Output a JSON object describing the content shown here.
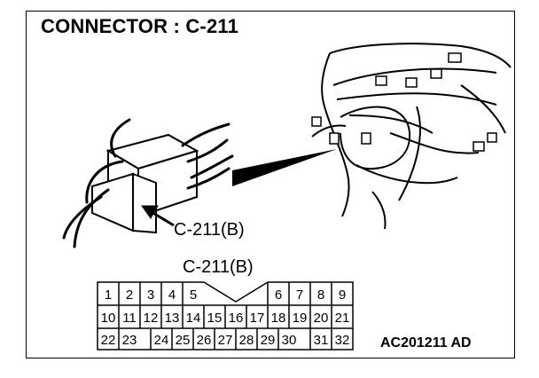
{
  "diagram": {
    "title": "CONNECTOR : C-211",
    "callout_label": "C-211(B)",
    "pinout_label": "C-211(B)",
    "figure_code": "AC201211 AD",
    "pin_rows": [
      [
        "1",
        "2",
        "3",
        "4",
        "5",
        "6",
        "7",
        "8",
        "9"
      ],
      [
        "10",
        "11",
        "12",
        "13",
        "14",
        "15",
        "16",
        "17",
        "18",
        "19",
        "20",
        "21"
      ],
      [
        "22",
        "23",
        "24",
        "25",
        "26",
        "27",
        "28",
        "29",
        "30",
        "31",
        "32"
      ]
    ]
  }
}
